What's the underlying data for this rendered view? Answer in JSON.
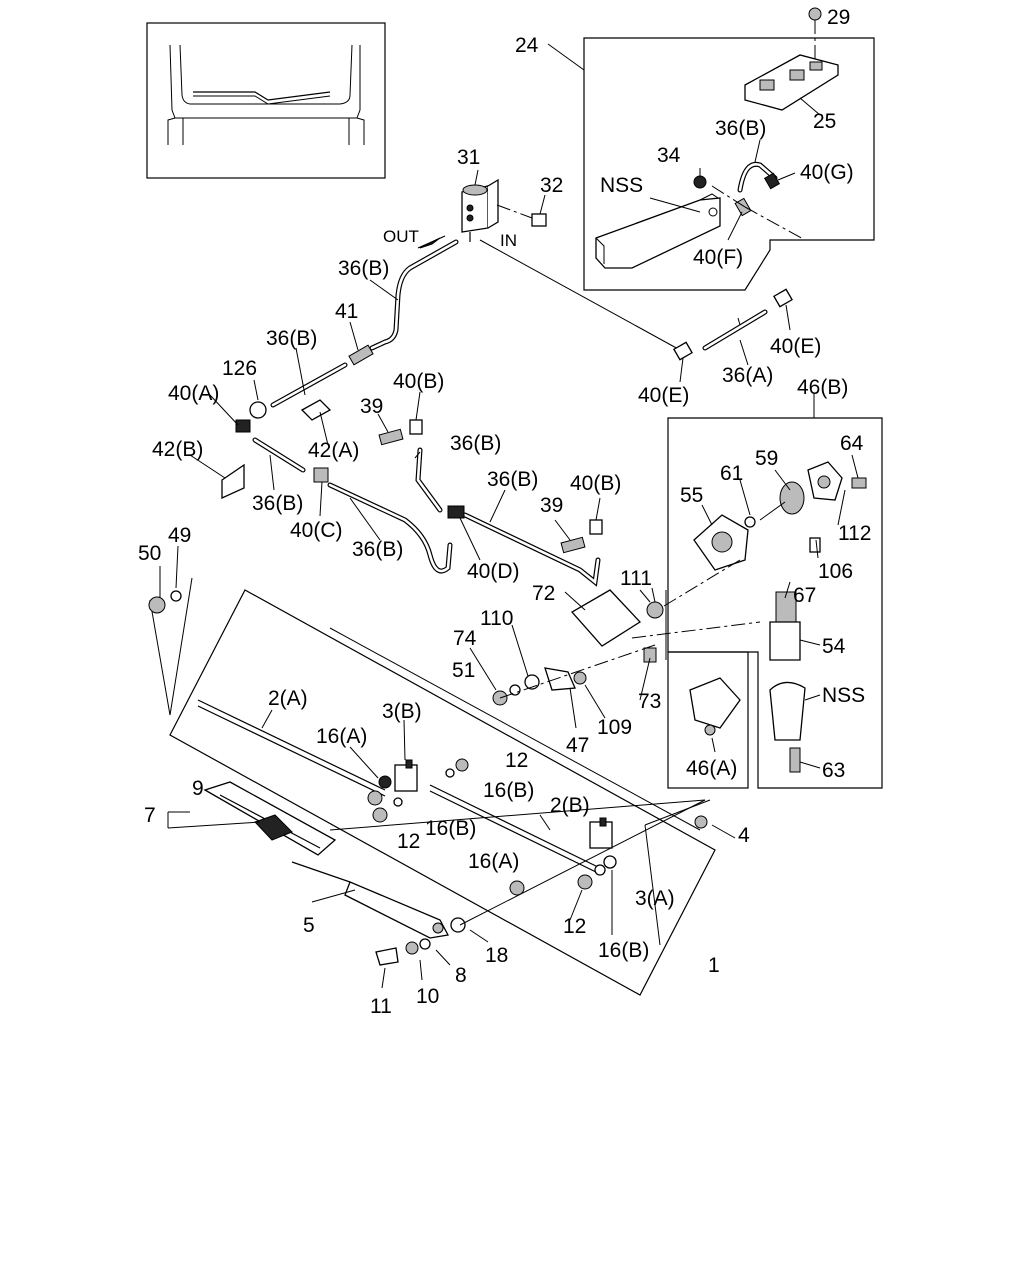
{
  "flow": {
    "out": "OUT",
    "in": "IN"
  },
  "labels": {
    "l29": "29",
    "l24": "24",
    "l25": "25",
    "l36b_a": "36(B)",
    "l34": "34",
    "lnss1": "NSS",
    "l40g": "40(G)",
    "l40f": "40(F)",
    "l31": "31",
    "l32": "32",
    "l36b_b": "36(B)",
    "l41": "41",
    "l36b_c": "36(B)",
    "l126": "126",
    "l40a": "40(A)",
    "l40b_a": "40(B)",
    "l39_a": "39",
    "l42a": "42(A)",
    "l36b_d": "36(B)",
    "l42b": "42(B)",
    "l36b_e": "36(B)",
    "l40c": "40(C)",
    "l36b_f": "36(B)",
    "l36b_g": "36(B)",
    "l39_b": "39",
    "l40b_b": "40(B)",
    "l40d": "40(D)",
    "l40e_a": "40(E)",
    "l40e_b": "40(E)",
    "l36a": "36(A)",
    "l46b": "46(B)",
    "l64": "64",
    "l61": "61",
    "l59": "59",
    "l55": "55",
    "l112": "112",
    "l106": "106",
    "l67": "67",
    "l54": "54",
    "lnss2": "NSS",
    "l63": "63",
    "l46a": "46(A)",
    "l111": "111",
    "l72": "72",
    "l110": "110",
    "l74": "74",
    "l51": "51",
    "l73": "73",
    "l109": "109",
    "l47": "47",
    "l50": "50",
    "l49": "49",
    "l2a": "2(A)",
    "l3b": "3(B)",
    "l16a_a": "16(A)",
    "l12_a": "12",
    "l16b_a": "16(B)",
    "l16b_b": "16(B)",
    "l12_b": "12",
    "l2b": "2(B)",
    "l4": "4",
    "l9": "9",
    "l7": "7",
    "l16a_b": "16(A)",
    "l3a": "3(A)",
    "l12_c": "12",
    "l16b_c": "16(B)",
    "l5": "5",
    "l18": "18",
    "l8": "8",
    "l1": "1",
    "l10": "10",
    "l11": "11"
  },
  "icons": {
    "inset": "windshield-outline-icon",
    "tank": "washer-tank-icon",
    "pump": "washer-pump-icon",
    "motor": "wiper-motor-icon",
    "arm": "wiper-arm-icon",
    "blade": "wiper-blade-icon"
  }
}
